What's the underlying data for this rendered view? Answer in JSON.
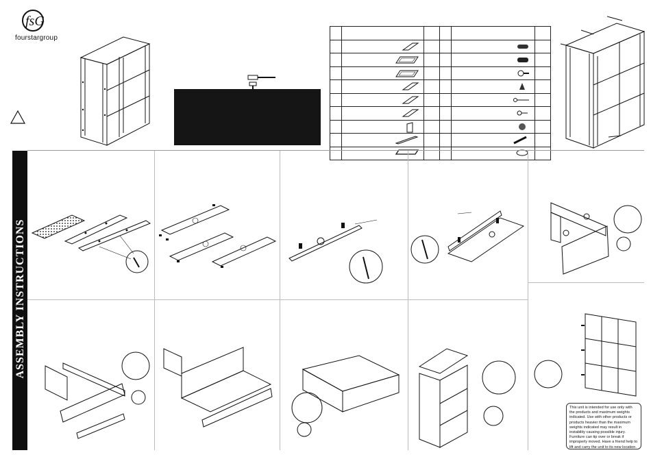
{
  "brand": {
    "logo_letters": "fsG",
    "name": "fourstargroup"
  },
  "section_title": "ASSEMBLY INSTRUCTIONS",
  "warning_text": "This unit is intended for use only with the products and maximum weights indicated. Use with other products or products heavier than the maximum weights indicated may result in instability causing possible injury. Furniture can tip over or break if improperly moved. Have a friend help to lift and carry the unit to its new location.",
  "parts_table": {
    "left_icons": [
      "panel-icon",
      "panel-icon",
      "panel-icon",
      "panel-icon",
      "panel-icon",
      "panel-icon",
      "small-panel-icon",
      "strip-icon",
      "back-strip-icon"
    ],
    "right_icons": [
      "cam-bolt-icon",
      "cam-bolt-icon",
      "screw-icon",
      "cam-lock-icon",
      "nail-icon",
      "tack-icon",
      "cam-nut-icon",
      "long-screw-icon",
      "washer-icon"
    ]
  },
  "colors": {
    "ink": "#111111",
    "black_box": "#151515",
    "divider": "#bbbbbb"
  }
}
